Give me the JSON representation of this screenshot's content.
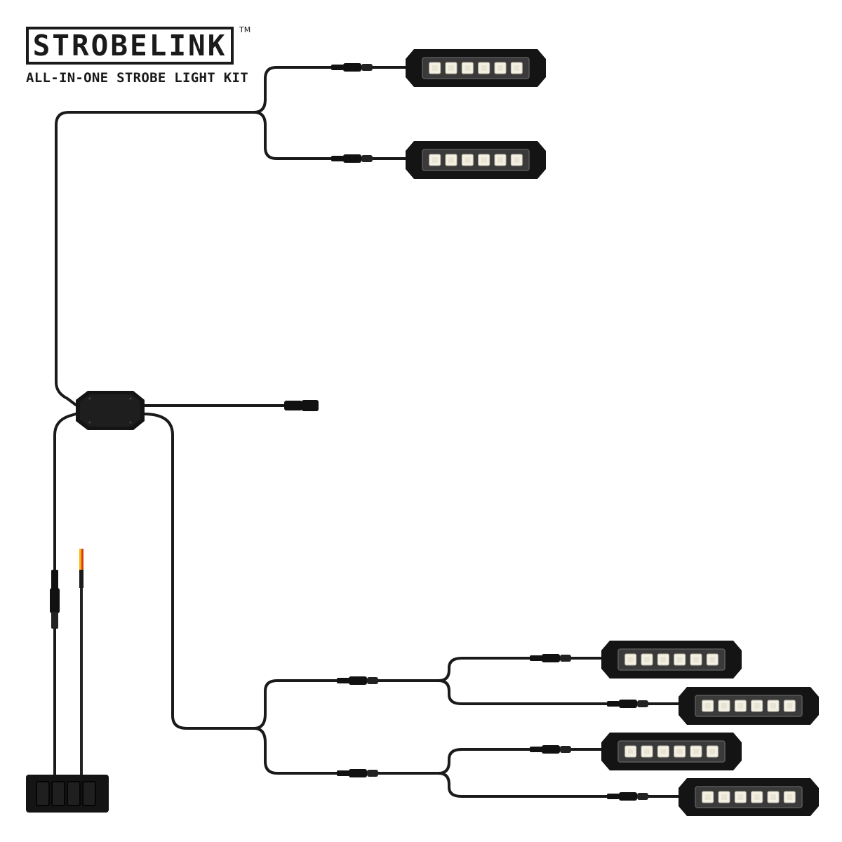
{
  "brand": {
    "logo_text": "STROBELINK",
    "trademark": "TM",
    "tagline": "ALL-IN-ONE STROBE LIGHT KIT"
  },
  "colors": {
    "cable": "#1a1a1a",
    "housing": "#141414",
    "lens": "#3a3a3a",
    "led": "#f4f1e4",
    "wire_yellow": "#f5b800",
    "wire_red": "#d83a1f",
    "background": "#ffffff"
  },
  "components": {
    "light_heads_count": 6,
    "led_per_head": 6,
    "control_box": "control-module",
    "switch_panel_buttons": 4,
    "power_wires": [
      "wire_yellow",
      "wire_red"
    ]
  }
}
